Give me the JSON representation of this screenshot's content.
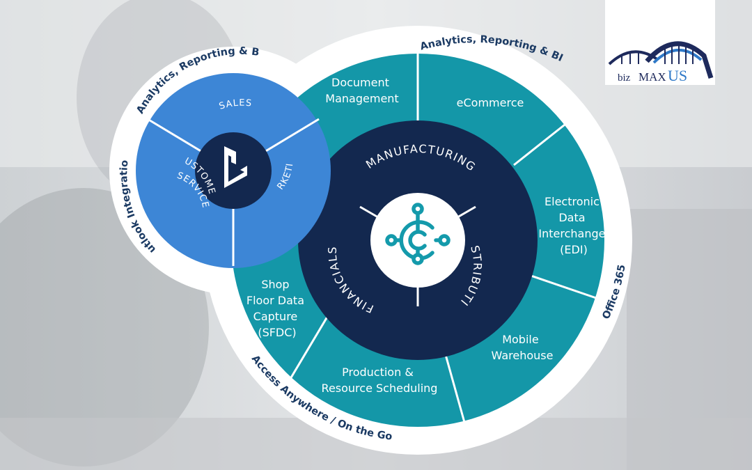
{
  "logo": {
    "prefix": "biz",
    "brand": "MAX",
    "suffix": "US"
  },
  "outer_ring_labels": {
    "analytics_dynamics": "Analytics, Reporting & BI",
    "analytics_bc": "Analytics, Reporting & BI",
    "outlook": "Outlook Integration",
    "office": "Office 365",
    "access": "Access Anywhere / On the Go"
  },
  "bc_segments": {
    "document_management": [
      "Document",
      "Management"
    ],
    "ecommerce": [
      "eCommerce"
    ],
    "edi": [
      "Electronic",
      "Data",
      "Interchange",
      "(EDI)"
    ],
    "mobile_warehouse": [
      "Mobile",
      "Warehouse"
    ],
    "production": [
      "Production &",
      "Resource Scheduling"
    ],
    "sfdc": [
      "Shop",
      "Floor Data",
      "Capture",
      "(SFDC)"
    ]
  },
  "bc_core": {
    "manufacturing": "MANUFACTURING",
    "distribution": "DISTRIBUTION",
    "financials": "FINANCIALS"
  },
  "dynamics_core": {
    "sales": "SALES",
    "marketing": "MARKETING",
    "customer_service": [
      "CUSTOMER",
      "SERVICE"
    ]
  },
  "colors": {
    "teal": "#1497a8",
    "navy": "#13284f",
    "blue": "#3d86d6",
    "ring": "#ffffff",
    "logo_navy": "#1e2a5c",
    "logo_blue": "#2e78c7"
  }
}
